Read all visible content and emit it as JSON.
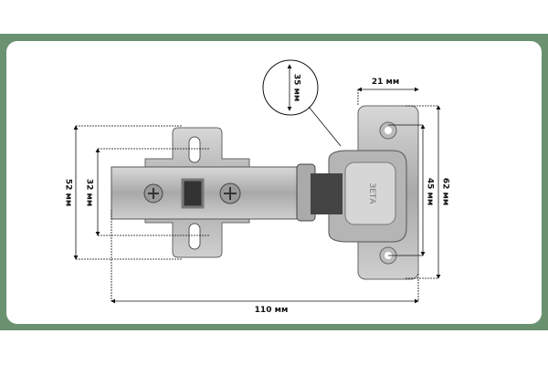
{
  "dimensions": {
    "plate_height": "52 мм",
    "plate_hole_spacing": "32 мм",
    "total_length": "110 мм",
    "cup_offset": "21 мм",
    "cup_diameter": "35 мм",
    "base_height": "62 мм",
    "base_hole_spacing": "45 мм"
  },
  "brand_mark": "ЗЕТА",
  "colors": {
    "frame": "#6a9170",
    "background": "#ffffff"
  }
}
